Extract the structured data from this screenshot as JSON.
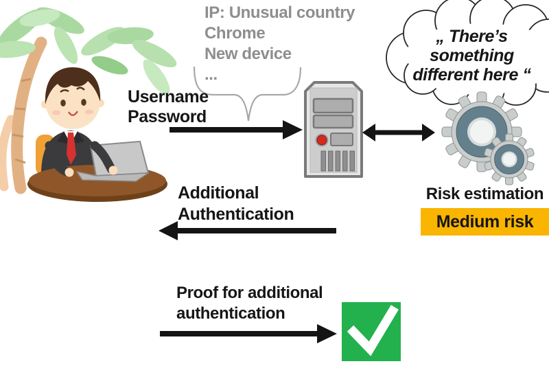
{
  "login_request": {
    "line1": "Username",
    "line2": "Password"
  },
  "context_features": {
    "line1": "IP: Unusual country",
    "line2": "Chrome",
    "line3": "New device",
    "line4": "..."
  },
  "thought_bubble": {
    "line1": "„ There’s",
    "line2": "something",
    "line3": "different here “"
  },
  "risk": {
    "label": "Risk estimation",
    "level": "Medium risk"
  },
  "step_additional": {
    "line1": "Additional",
    "line2": "Authentication"
  },
  "step_proof": {
    "line1": "Proof for additional",
    "line2": "authentication"
  },
  "icons": {
    "server": "server-icon",
    "gears": "gears-icon",
    "cloud": "thought-cloud",
    "check": "checkmark-icon",
    "user": "person-at-laptop-illustration",
    "palm": "palm-tree-illustration"
  },
  "colors": {
    "risk_badge": "#F9B500",
    "success_green": "#22B14C",
    "muted_text": "#8E8E8E",
    "text": "#161616",
    "arrow": "#141414",
    "led_red": "#D42A1E"
  }
}
